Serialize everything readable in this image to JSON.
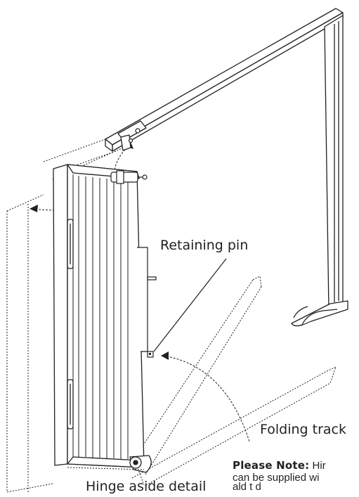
{
  "labels": {
    "retaining_pin": "Retaining pin",
    "folding_track": "Folding track",
    "hinge_aside_detail": "Hinge aside detail"
  },
  "note": {
    "heading": "Please Note:",
    "line1": "Hir",
    "line2": "can be supplied wi",
    "line3": "ald t  d"
  },
  "colors": {
    "line": "#231f20",
    "background": "#ffffff"
  }
}
